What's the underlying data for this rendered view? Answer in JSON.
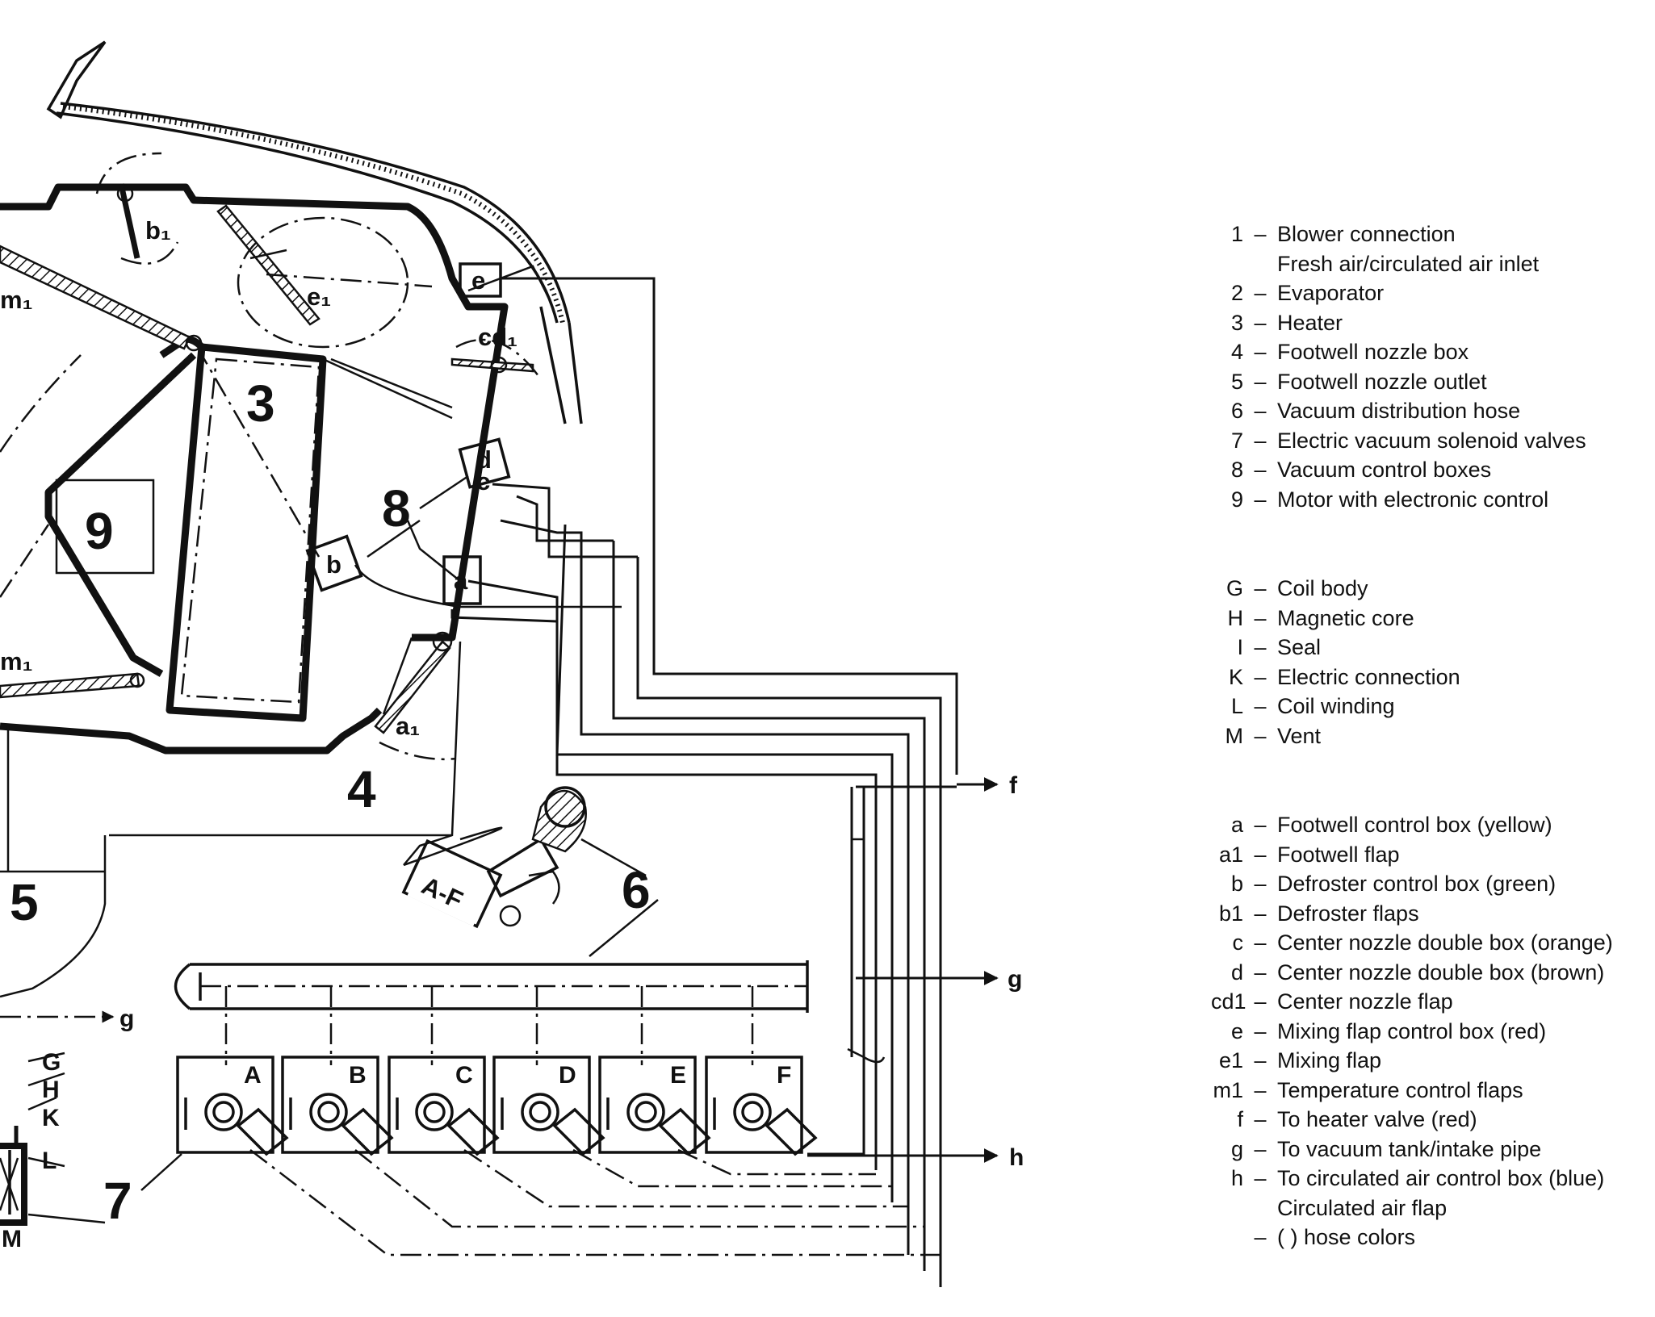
{
  "diagram": {
    "components": {
      "n3": "3",
      "n4": "4",
      "n5": "5",
      "n6": "6",
      "n7": "7",
      "n8": "8",
      "n9": "9",
      "box_af": "A-F",
      "box_a": "a",
      "box_b": "b",
      "box_cd_d": "d",
      "box_cd_c": "c",
      "box_e": "e",
      "flap_b1": "b₁",
      "flap_e1": "e₁",
      "flap_cd1": "cd₁",
      "flap_m1_top": "m₁",
      "flap_m1_bottom": "m₁",
      "flap_a1": "a₁"
    },
    "outlets": {
      "f": "f",
      "g": "g",
      "h": "h",
      "g_left": "g"
    },
    "valves": [
      "A",
      "B",
      "C",
      "D",
      "E",
      "F"
    ],
    "valve_detail": [
      "G",
      "H",
      "K",
      "L",
      "M"
    ]
  },
  "legend": {
    "dash": "–",
    "groups": [
      [
        {
          "key": "1",
          "text": "Blower connection"
        },
        {
          "key": "",
          "text": "Fresh air/circulated air inlet"
        },
        {
          "key": "2",
          "text": "Evaporator"
        },
        {
          "key": "3",
          "text": "Heater"
        },
        {
          "key": "4",
          "text": "Footwell nozzle box"
        },
        {
          "key": "5",
          "text": "Footwell nozzle outlet"
        },
        {
          "key": "6",
          "text": "Vacuum distribution hose"
        },
        {
          "key": "7",
          "text": "Electric vacuum solenoid valves"
        },
        {
          "key": "8",
          "text": "Vacuum control boxes"
        },
        {
          "key": "9",
          "text": "Motor with electronic control"
        }
      ],
      [
        {
          "key": "G",
          "text": "Coil body"
        },
        {
          "key": "H",
          "text": "Magnetic core"
        },
        {
          "key": "I",
          "text": "Seal"
        },
        {
          "key": "K",
          "text": "Electric connection"
        },
        {
          "key": "L",
          "text": "Coil winding"
        },
        {
          "key": "M",
          "text": "Vent"
        }
      ],
      [
        {
          "key": "a",
          "text": "Footwell control box (yellow)"
        },
        {
          "key": "a1",
          "text": "Footwell flap"
        },
        {
          "key": "b",
          "text": "Defroster control box (green)"
        },
        {
          "key": "b1",
          "text": "Defroster flaps"
        },
        {
          "key": "c",
          "text": "Center nozzle double box (orange)"
        },
        {
          "key": "d",
          "text": "Center nozzle double box (brown)"
        },
        {
          "key": "cd1",
          "text": "Center nozzle flap"
        },
        {
          "key": "e",
          "text": "Mixing flap control box (red)"
        },
        {
          "key": "e1",
          "text": "Mixing flap"
        },
        {
          "key": "m1",
          "text": "Temperature control flaps"
        },
        {
          "key": "f",
          "text": "To heater valve (red)"
        },
        {
          "key": "g",
          "text": "To vacuum tank/intake pipe"
        },
        {
          "key": "h",
          "text": "To circulated air control box (blue)"
        },
        {
          "key": "",
          "text": "Circulated air flap"
        },
        {
          "key": "",
          "text": "( ) hose colors"
        }
      ]
    ]
  }
}
